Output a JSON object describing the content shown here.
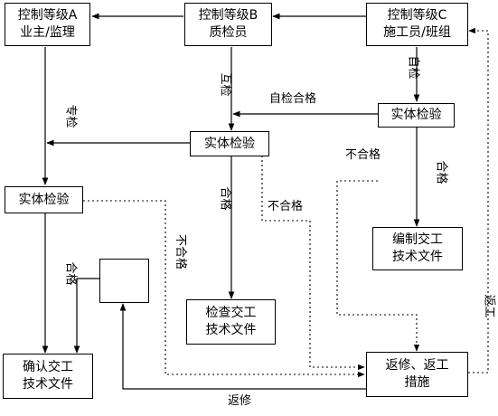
{
  "boxes": {
    "level_a": {
      "line1": "控制等级A",
      "line2": "业主/监理"
    },
    "level_b": {
      "line1": "控制等级B",
      "line2": "质检员"
    },
    "level_c": {
      "line1": "控制等级C",
      "line2": "施工员/班组"
    },
    "inspect_c": {
      "line1": "实体检验"
    },
    "inspect_b": {
      "line1": "实体检验"
    },
    "inspect_a": {
      "line1": "实体检验"
    },
    "compile_docs": {
      "line1": "编制交工",
      "line2": "技术文件"
    },
    "check_docs": {
      "line1": "检查交工",
      "line2": "技术文件"
    },
    "confirm_docs": {
      "line1": "确认交工",
      "line2": "技术文件"
    },
    "rework": {
      "line1": "返修、返工",
      "line2": "措施"
    }
  },
  "labels": {
    "mutual_check": "互检",
    "self_check": "自检",
    "self_check_pass": "自检合格",
    "special_check": "专检",
    "fail_c": "不合格",
    "pass_c": "合格",
    "fail_b1": "不合格",
    "pass_b": "合格",
    "fail_b2": "不合格",
    "pass_a": "合格",
    "repair": "返修",
    "redo": "返工"
  }
}
